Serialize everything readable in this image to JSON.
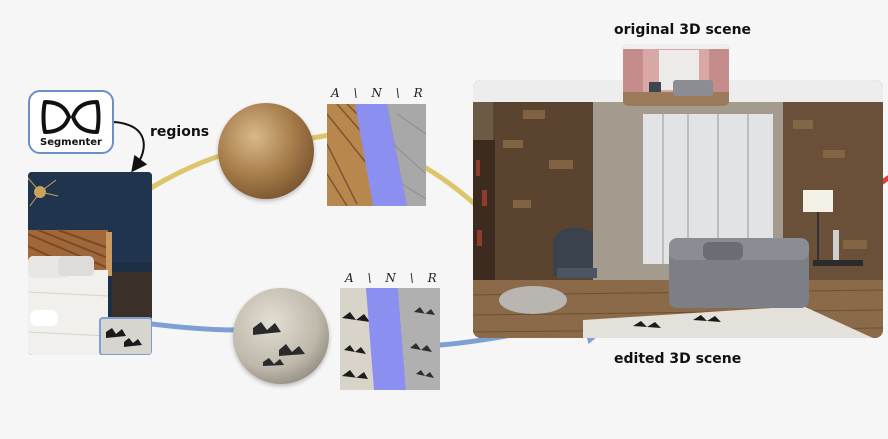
{
  "segmenter": {
    "label": "Segmenter",
    "icon": "segmenter-icon"
  },
  "labels": {
    "regions": "regions",
    "original_scene": "original 3D scene",
    "edited_scene": "edited 3D scene"
  },
  "material_maps": {
    "top": {
      "A": "A",
      "N": "N",
      "R": "R",
      "sep": "\\"
    },
    "bottom": {
      "A": "A",
      "N": "N",
      "R": "R",
      "sep": "\\"
    }
  },
  "colors": {
    "wood_arrow": "#dcc56b",
    "rug_arrow": "#7f9fd3",
    "accent_red": "#d9413a",
    "normal_map": "#8a8ff0"
  }
}
